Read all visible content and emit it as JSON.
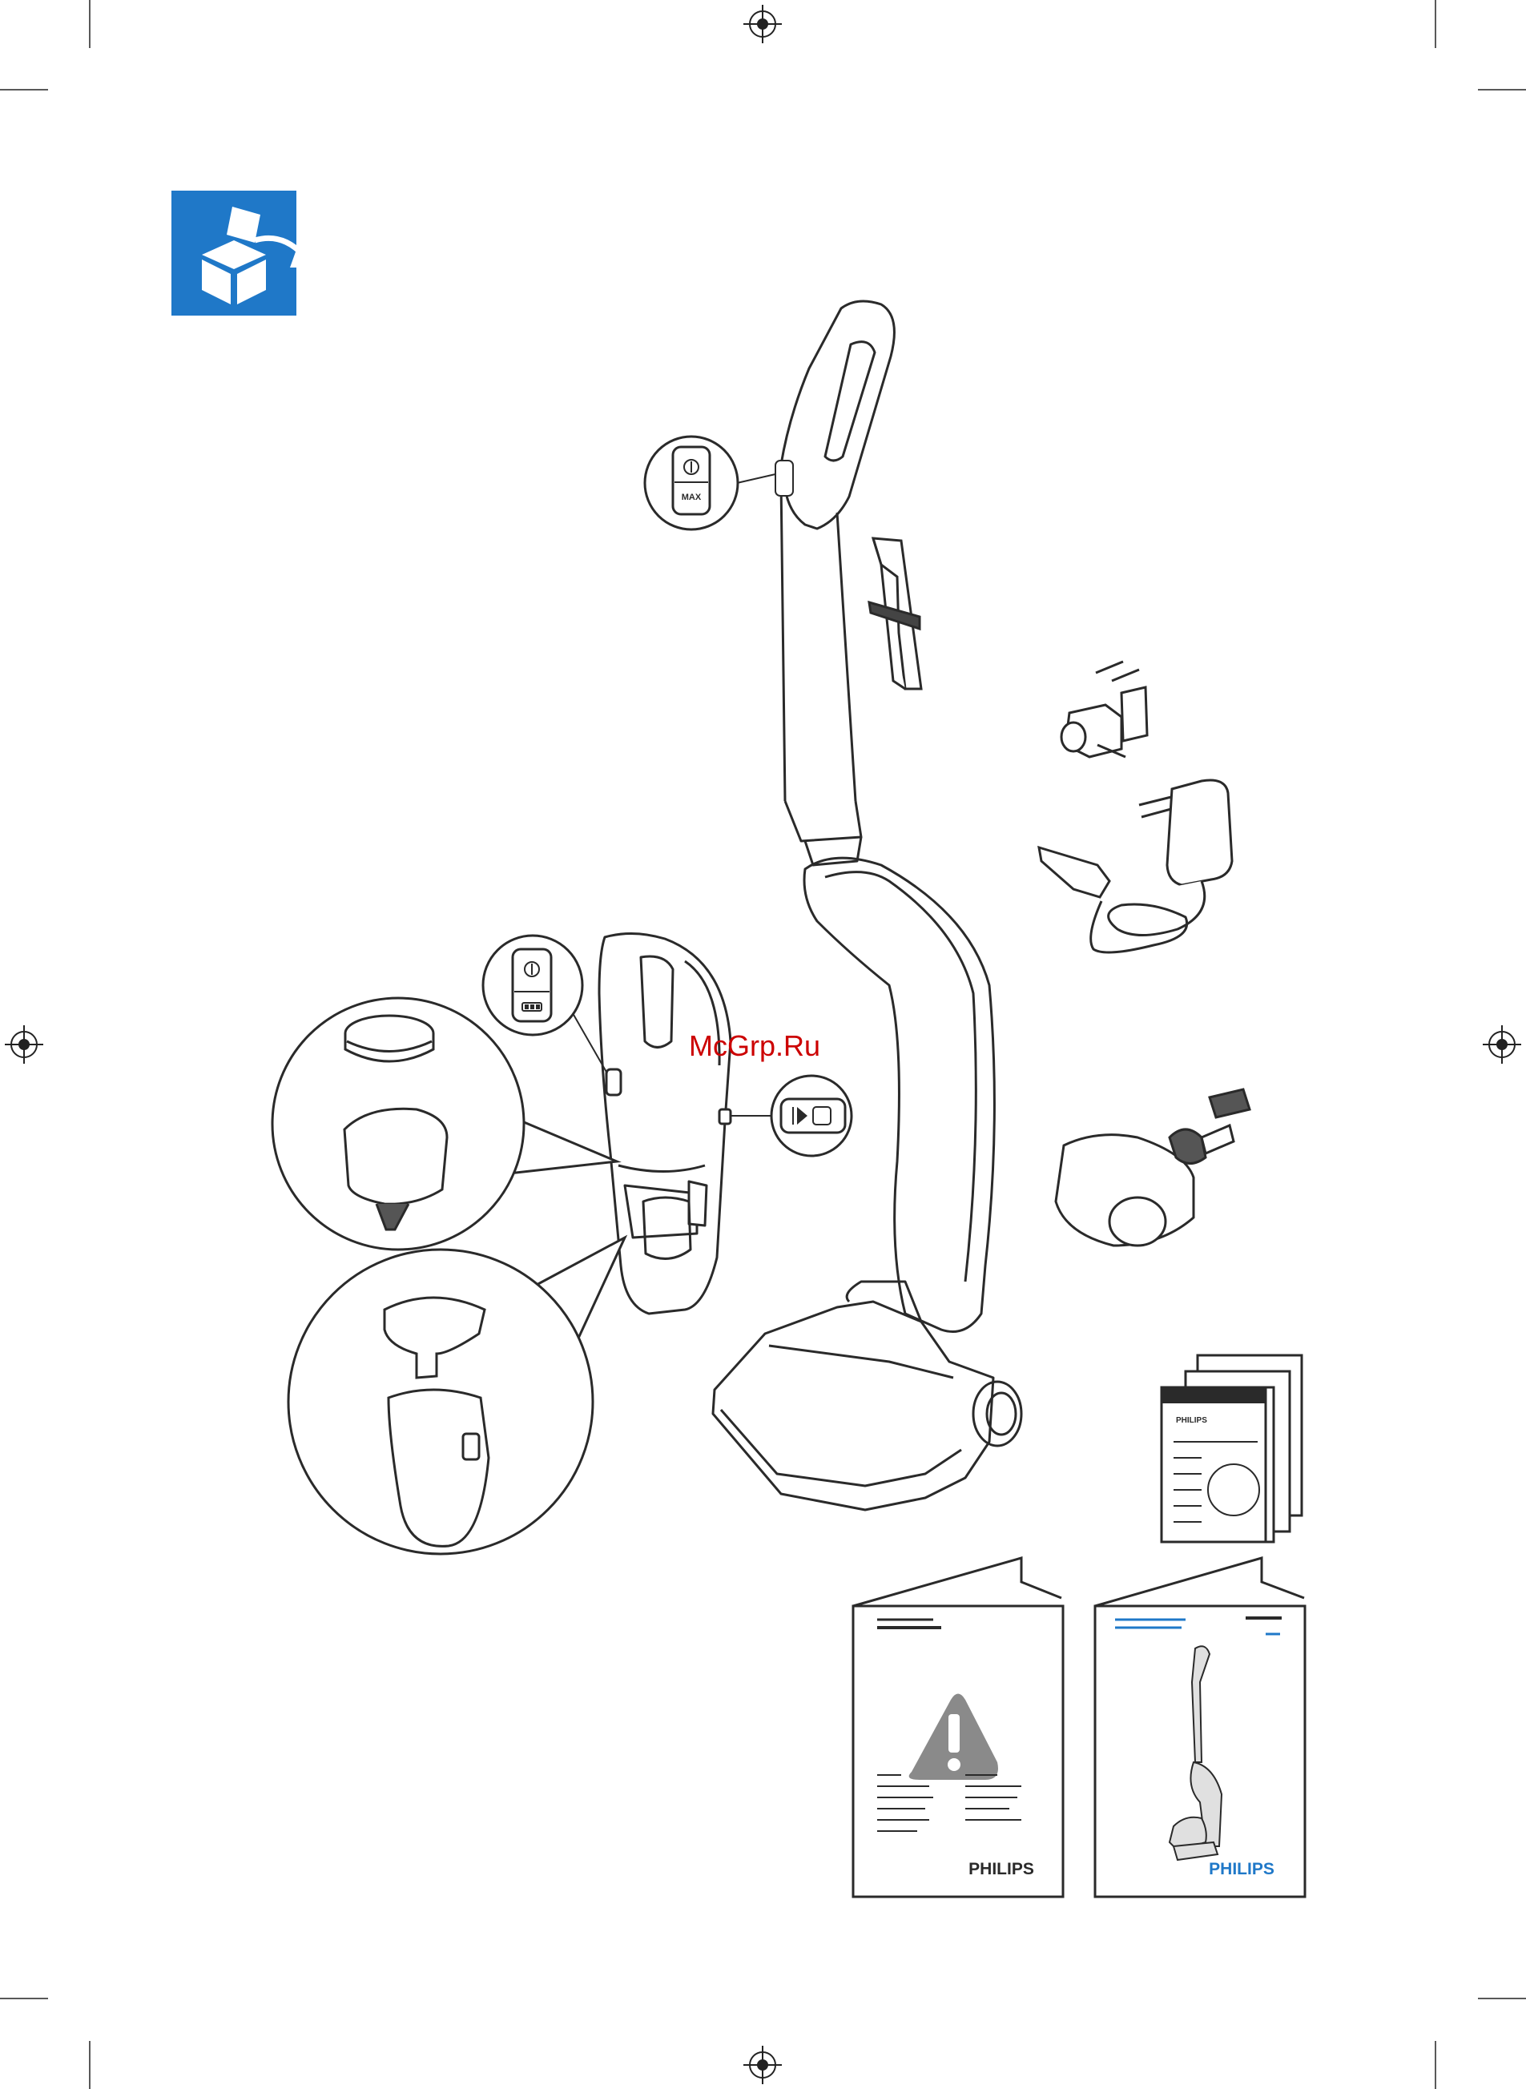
{
  "watermark": "McGrp.Ru",
  "labels": {
    "handle_button_max": "MAX",
    "leaflet_brand": "PHILIPS",
    "warning_brand": "PHILIPS",
    "manual_brand": "PHILIPS"
  },
  "colors": {
    "box_icon_bg": "#1f78c8",
    "manual_brand": "#1f78c8",
    "warning_triangle": "#8a8a8a",
    "line_art": "#2a2a2a"
  },
  "icons": {
    "box_contents": "box-contents-icon",
    "registration": "registration-mark-icon"
  }
}
